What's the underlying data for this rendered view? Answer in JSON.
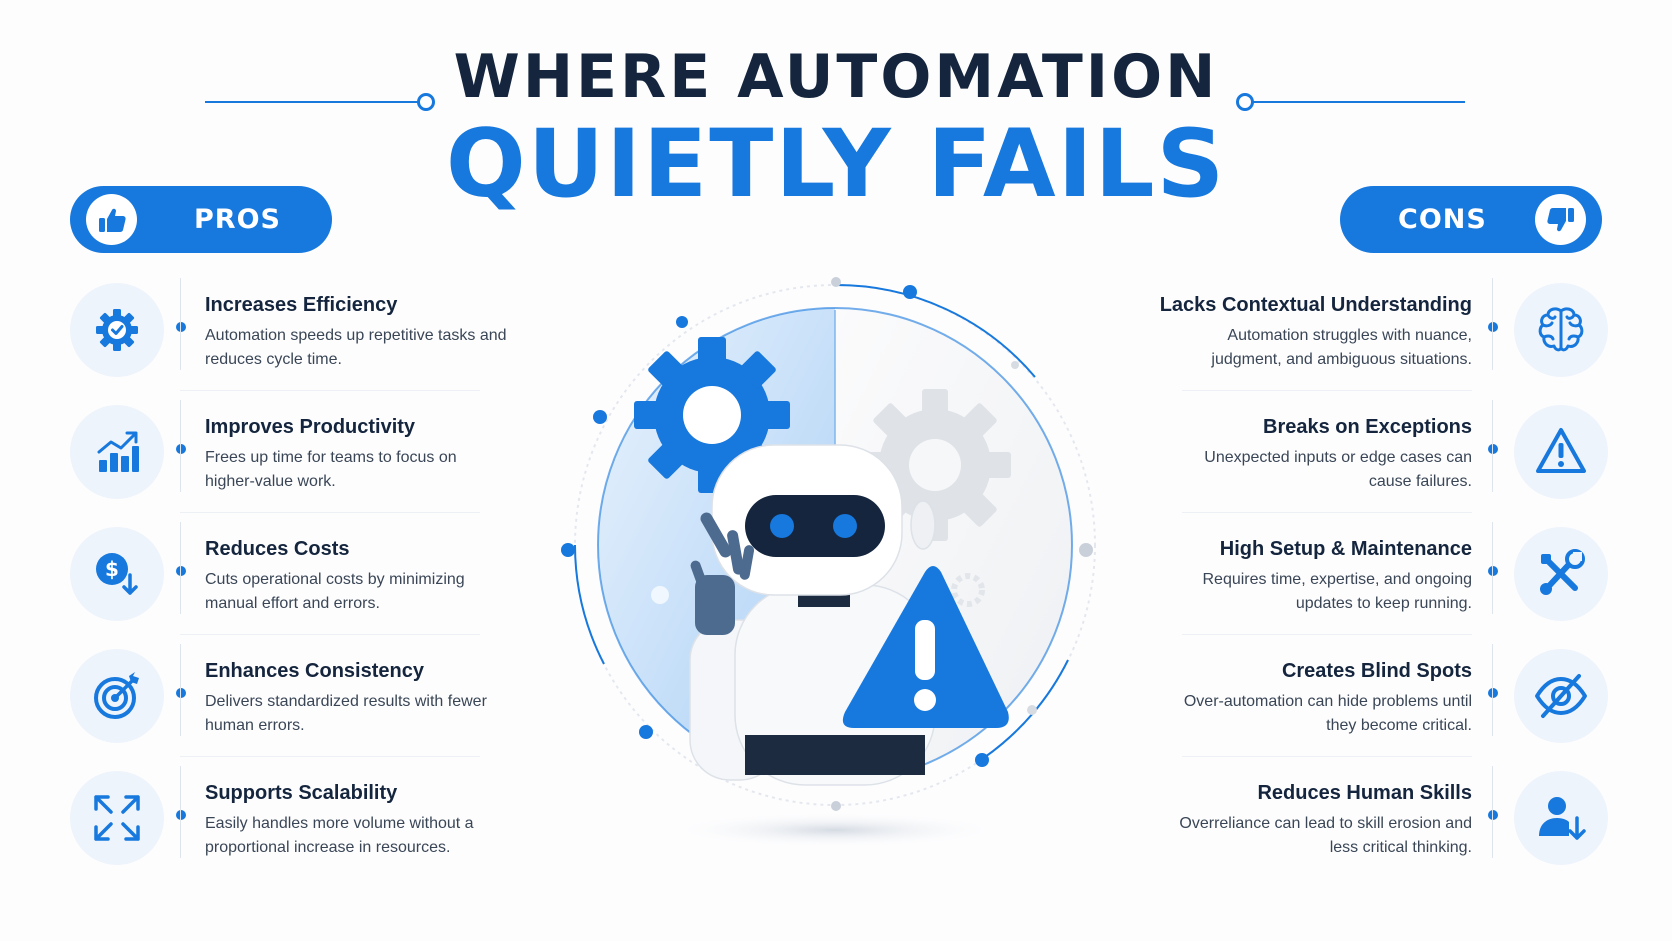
{
  "title": {
    "line1": "WHERE AUTOMATION",
    "line2": "QUIETLY FAILS"
  },
  "colors": {
    "accent": "#1778dd",
    "heading": "#14253d",
    "body_text": "#3a4656",
    "icon_circle_bg": "#eef4fb"
  },
  "pros": {
    "label": "PROS",
    "icon": "thumbs-up-icon",
    "items": [
      {
        "title": "Increases Efficiency",
        "description": "Automation speeds up repetitive tasks and reduces cycle time.",
        "icon": "gear-check-icon"
      },
      {
        "title": "Improves Productivity",
        "description": "Frees up time for teams to focus on higher-value work.",
        "icon": "growth-chart-icon"
      },
      {
        "title": "Reduces Costs",
        "description": "Cuts operational costs by minimizing manual effort and errors.",
        "icon": "dollar-down-icon"
      },
      {
        "title": "Enhances Consistency",
        "description": "Delivers standardized results with fewer human errors.",
        "icon": "target-icon"
      },
      {
        "title": "Supports Scalability",
        "description": "Easily handles more volume without a proportional increase in resources.",
        "icon": "expand-arrows-icon"
      }
    ]
  },
  "cons": {
    "label": "CONS",
    "icon": "thumbs-down-icon",
    "items": [
      {
        "title": "Lacks Contextual Understanding",
        "description": "Automation struggles with nuance, judgment, and ambiguous situations.",
        "icon": "brain-icon"
      },
      {
        "title": "Breaks on Exceptions",
        "description": "Unexpected inputs or edge cases can cause failures.",
        "icon": "warning-icon"
      },
      {
        "title": "High Setup & Maintenance",
        "description": "Requires time, expertise, and ongoing updates to keep running.",
        "icon": "tools-icon"
      },
      {
        "title": "Creates Blind Spots",
        "description": "Over-automation can hide problems until they become critical.",
        "icon": "eye-off-icon"
      },
      {
        "title": "Reduces Human Skills",
        "description": "Overreliance can lead to skill erosion and less critical thinking.",
        "icon": "user-down-icon"
      }
    ]
  },
  "illustration": {
    "subject": "robot-thinking-illustration",
    "elements": [
      "blue-gear-icon",
      "gray-gear-icon",
      "warning-triangle-icon"
    ]
  }
}
